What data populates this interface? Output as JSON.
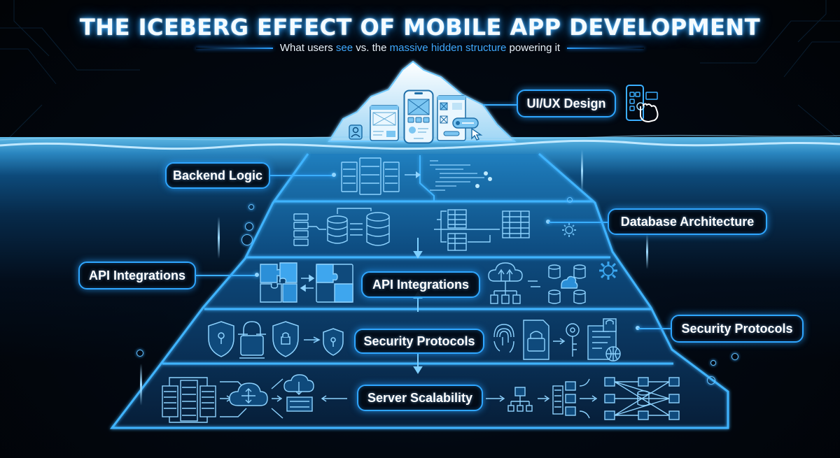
{
  "header": {
    "title": "THE ICEBERG EFFECT OF MOBILE APP DEVELOPMENT",
    "subtitle_parts": {
      "p1": "What users ",
      "h1": "see",
      "p2": " vs. the ",
      "h2": "massive hidden structure",
      "p3": " powering it"
    }
  },
  "colors": {
    "accent": "#2fa6ff",
    "highlight_text": "#3fa9ff",
    "background": "#020509",
    "ice_tip": "#dff3ff",
    "water": "#2a86c0"
  },
  "tip": {
    "label": "UI/UX Design",
    "icons": [
      "profile-card-icon",
      "wireframe-window-icon",
      "phone-mockup-icon",
      "app-screen-icon",
      "cursor-icon",
      "phone-tap-icon"
    ]
  },
  "tiers": [
    {
      "id": "backend",
      "side_label": "Backend Logic",
      "side": "left",
      "icons": [
        "server-rack-icon",
        "arrow-right-icon",
        "code-lines-icon"
      ]
    },
    {
      "id": "database",
      "side_label": "Database Architecture",
      "side": "right",
      "icons": [
        "record-list-icon",
        "database-icon",
        "database-icon",
        "table-icon",
        "table-icon",
        "gear-icon"
      ]
    },
    {
      "id": "api",
      "side_label": "API Integrations",
      "center_label": "API Integrations",
      "side": "left",
      "icons": [
        "puzzle-icon",
        "swap-arrows-icon",
        "puzzle-icon",
        "cloud-upload-icon",
        "database-cloud-icon",
        "gear-icon"
      ]
    },
    {
      "id": "security",
      "side_label": "Security Protocols",
      "center_label": "Security Protocols",
      "side": "right",
      "icons": [
        "shield-keyhole-icon",
        "padlock-icon",
        "shield-lock-icon",
        "shield-keyhole-icon",
        "fingerprint-icon",
        "locked-file-icon",
        "key-icon",
        "document-globe-icon"
      ]
    },
    {
      "id": "scalability",
      "center_label": "Server Scalability",
      "icons": [
        "server-cluster-icon",
        "cloud-network-icon",
        "cloud-server-icon",
        "hierarchy-icon",
        "load-balancer-icon",
        "mesh-network-icon"
      ]
    }
  ]
}
